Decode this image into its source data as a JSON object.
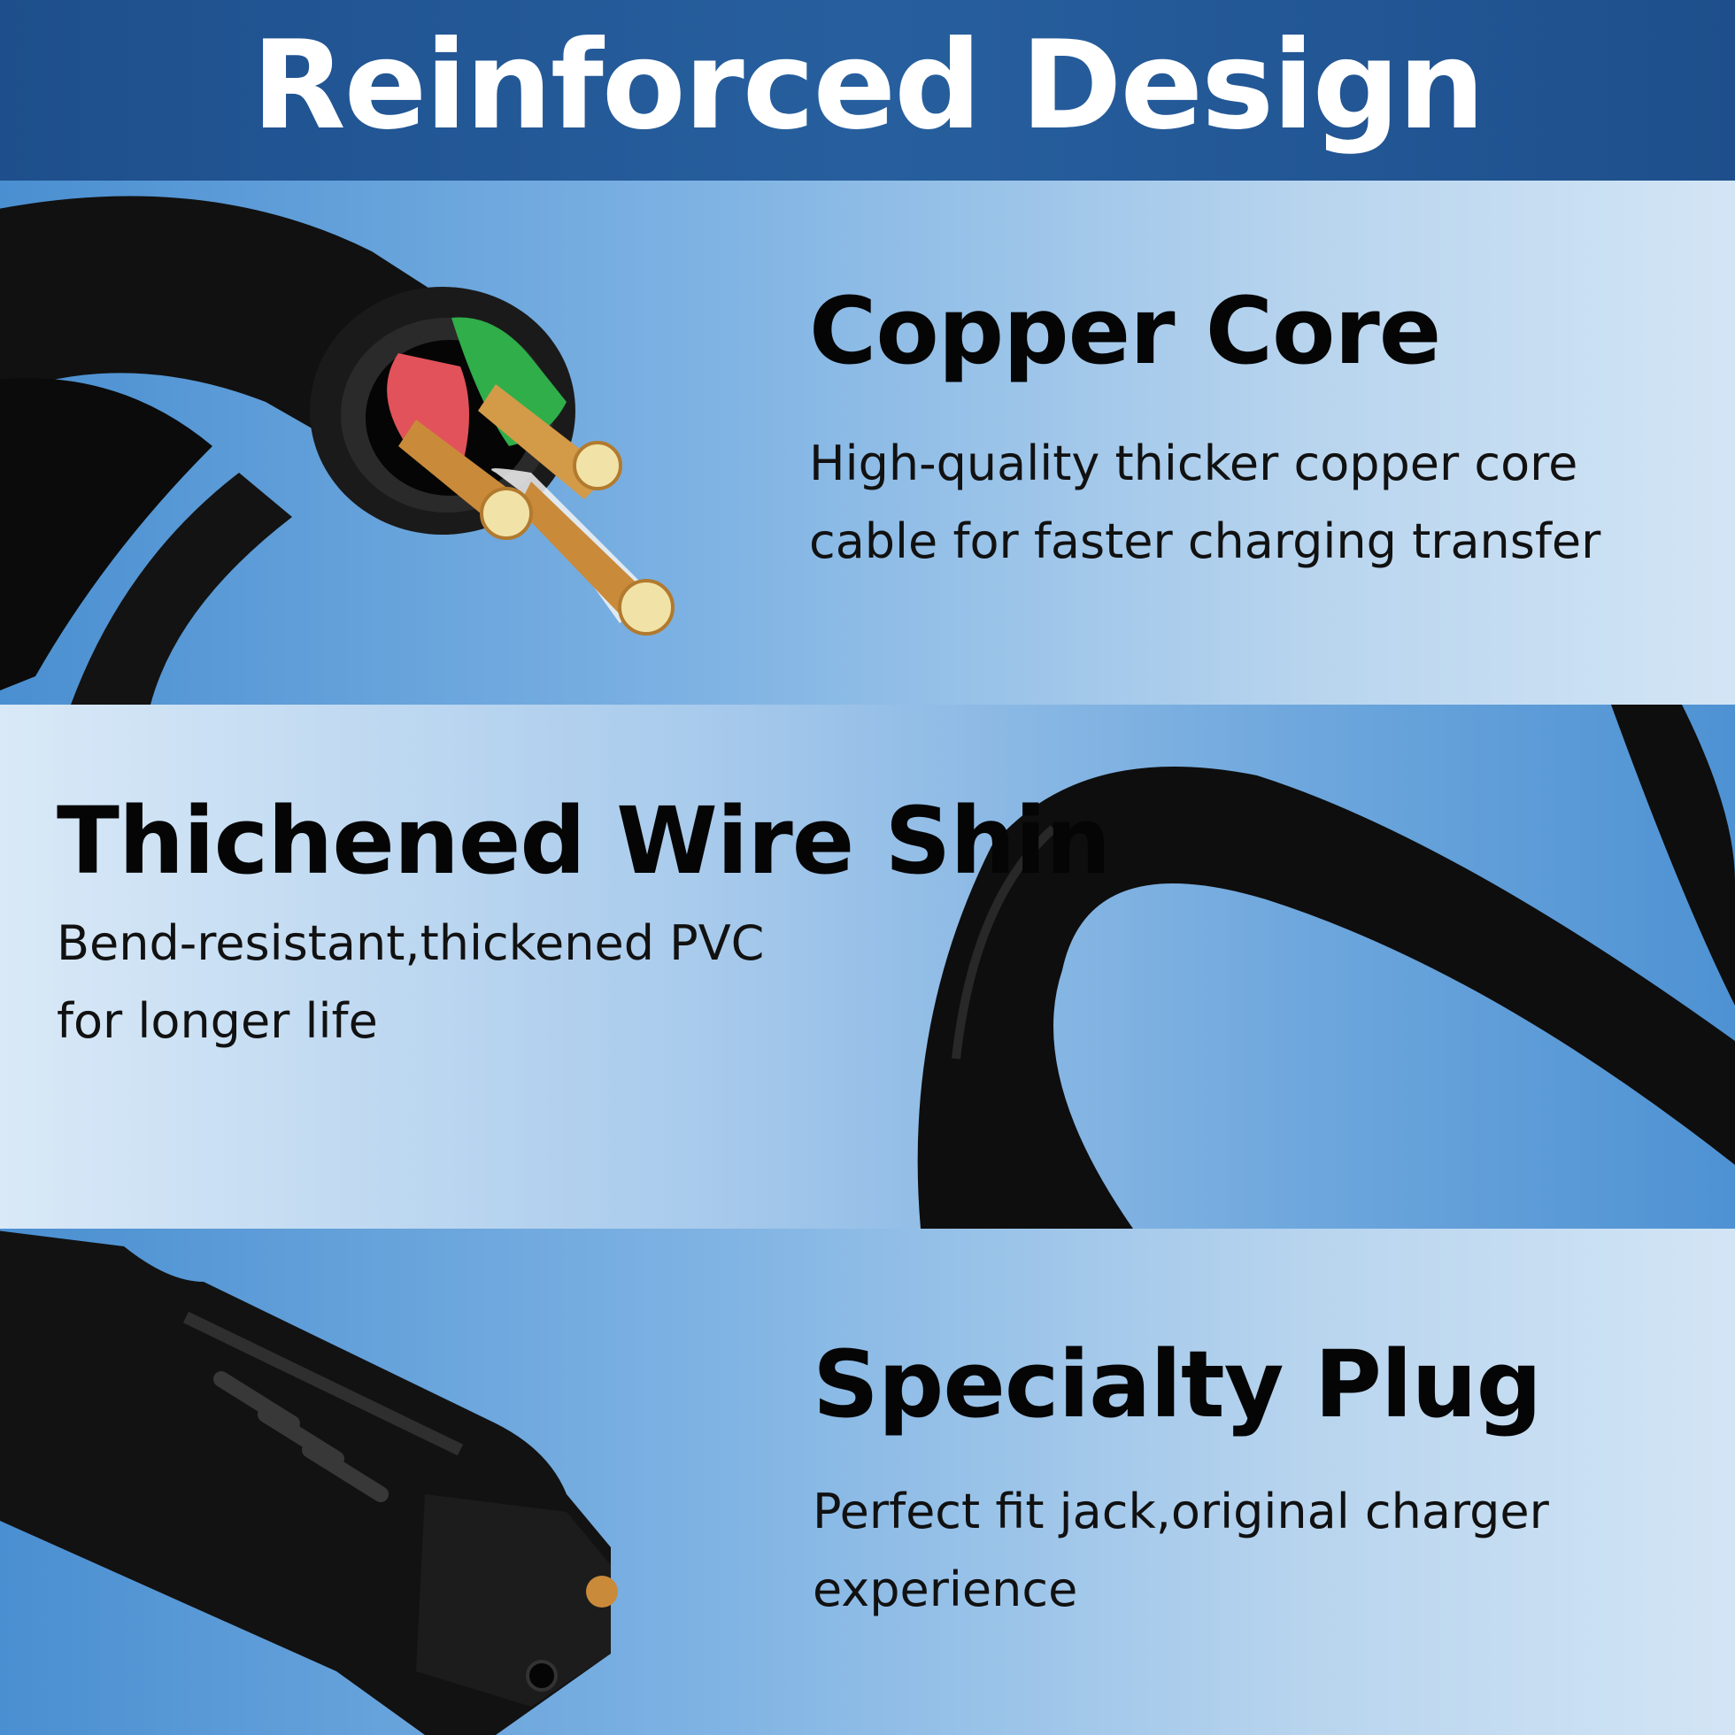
{
  "header": {
    "title": "Reinforced Design"
  },
  "features": [
    {
      "heading": "Copper Core",
      "lines": [
        "High-quality thicker copper core",
        "cable for faster charging transfer"
      ]
    },
    {
      "heading": "Thichened Wire Shin",
      "lines": [
        "Bend-resistant,thickened PVC",
        "for longer life"
      ]
    },
    {
      "heading": "Specialty Plug",
      "lines": [
        "Perfect fit jack,original charger",
        "experience"
      ]
    }
  ],
  "colors": {
    "header": "#1e4f8c",
    "cable": "#0d0d0d",
    "copper": "#c98a3a",
    "insulation_red": "#e2525a",
    "insulation_green": "#2fae4a"
  }
}
